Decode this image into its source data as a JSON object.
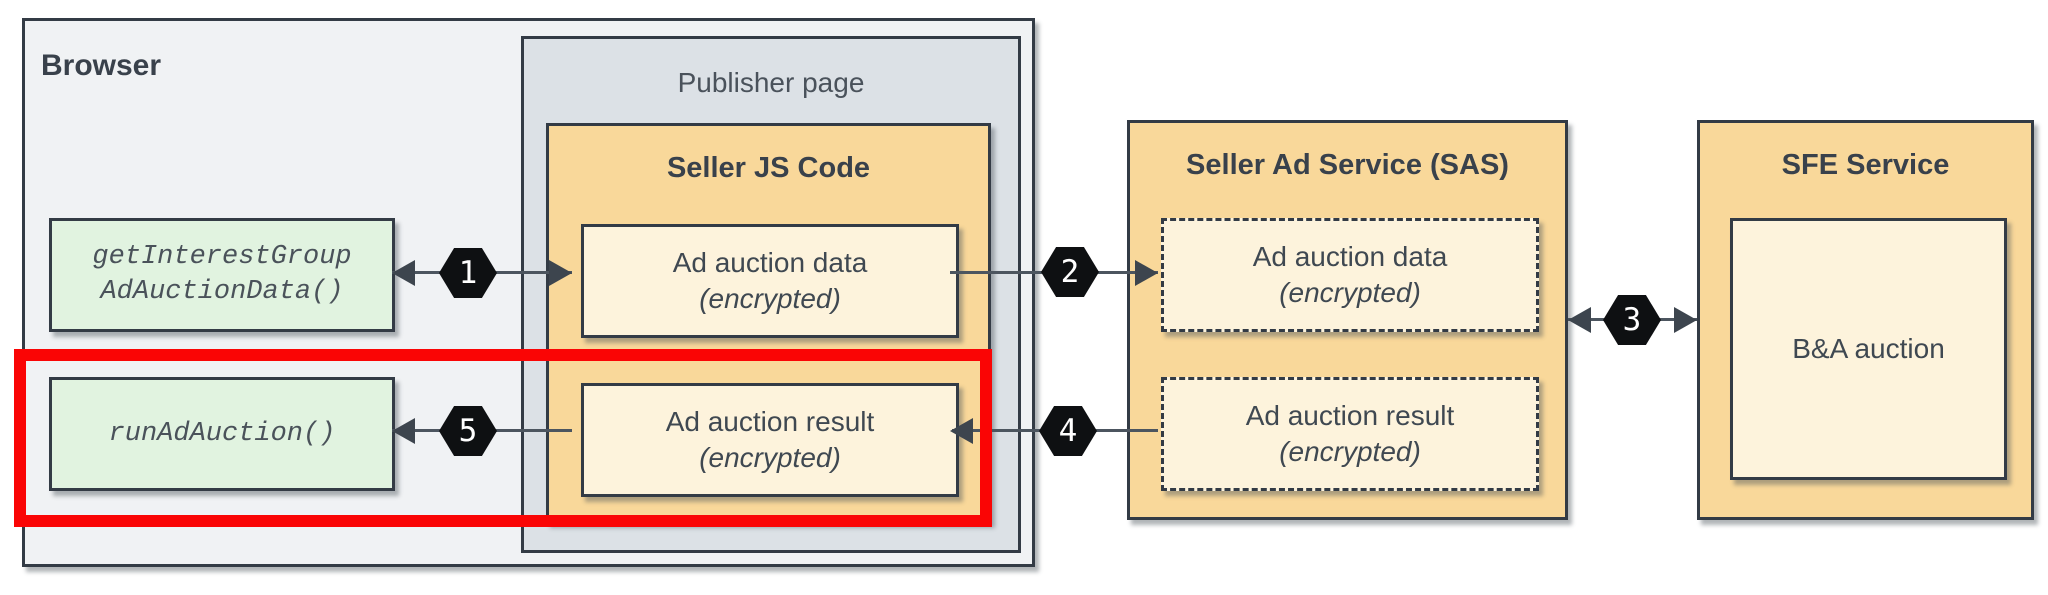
{
  "browser": {
    "label": "Browser"
  },
  "publisher_page": {
    "label": "Publisher page"
  },
  "seller_js": {
    "title": "Seller JS Code",
    "data_box": {
      "line1": "Ad auction data",
      "line2": "(encrypted)"
    },
    "result_box": {
      "line1": "Ad auction result",
      "line2": "(encrypted)"
    }
  },
  "browser_api": {
    "get_interest_group": {
      "line1": "getInterestGroup",
      "line2": "AdAuctionData()"
    },
    "run_ad_auction": {
      "label": "runAdAuction()"
    }
  },
  "sas": {
    "title": "Seller Ad Service (SAS)",
    "data_box": {
      "line1": "Ad auction data",
      "line2": "(encrypted)"
    },
    "result_box": {
      "line1": "Ad auction result",
      "line2": "(encrypted)"
    }
  },
  "sfe": {
    "title": "SFE Service",
    "auction_box": {
      "label": "B&A auction"
    }
  },
  "steps": [
    "1",
    "2",
    "3",
    "4",
    "5"
  ],
  "colors": {
    "border": "#333b45",
    "browser-bg": "#f0f2f4",
    "publisher-bg": "#dce1e6",
    "orange": "#f9d89a",
    "cream": "#fdf3dc",
    "green": "#e1f3e0",
    "red": "#fa0505",
    "hex": "#0e1012",
    "line": "#4c555f",
    "head": "#3d454e"
  }
}
